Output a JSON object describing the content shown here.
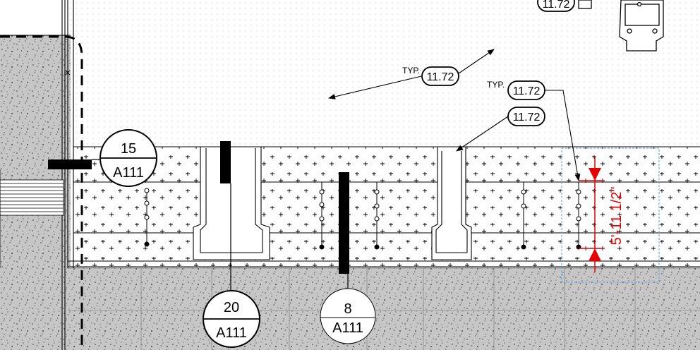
{
  "drawing": {
    "colors": {
      "background": "#ffffff",
      "concrete": "#c6c6c6",
      "line": "#000000",
      "dimension": "#e60000",
      "selection": "#5aa0d8"
    },
    "section_callouts": [
      {
        "number": "15",
        "sheet": "A111"
      },
      {
        "number": "20",
        "sheet": "A111"
      },
      {
        "number": "8",
        "sheet": "A111"
      }
    ],
    "keynote_callouts": [
      {
        "tag": "11.72",
        "prefix": ""
      },
      {
        "tag": "11.72",
        "prefix": "TYP."
      },
      {
        "tag": "11.72",
        "prefix": "TYP."
      },
      {
        "tag": "11.72",
        "prefix": ""
      }
    ],
    "dimension": {
      "text": "5'-11 1/2\""
    }
  }
}
